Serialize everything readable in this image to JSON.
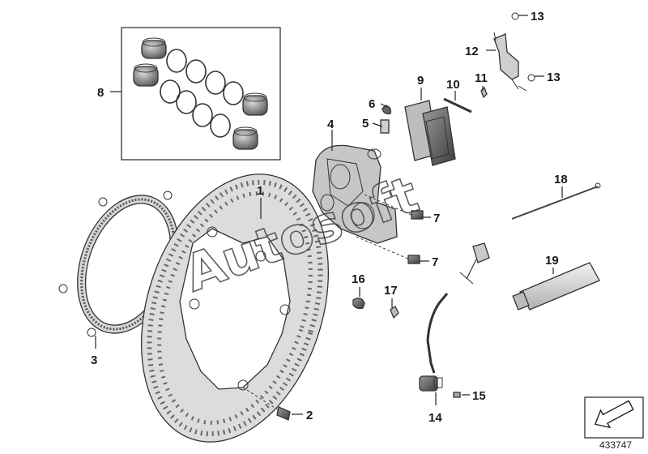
{
  "callouts": {
    "c1": "1",
    "c2": "2",
    "c3": "3",
    "c4": "4",
    "c5": "5",
    "c6": "6",
    "c7a": "7",
    "c7b": "7",
    "c8": "8",
    "c9": "9",
    "c10": "10",
    "c11": "11",
    "c12": "12",
    "c13a": "13",
    "c13b": "13",
    "c14": "14",
    "c15": "15",
    "c16": "16",
    "c17": "17",
    "c18": "18",
    "c19": "19"
  },
  "watermark": "Autosoft",
  "diagram_id": "433747",
  "icons": {
    "nav": "arrow-box-icon"
  },
  "colors": {
    "line": "#222222",
    "part_fill": "#cfcfcf",
    "dark_fill": "#6e6e6e"
  }
}
